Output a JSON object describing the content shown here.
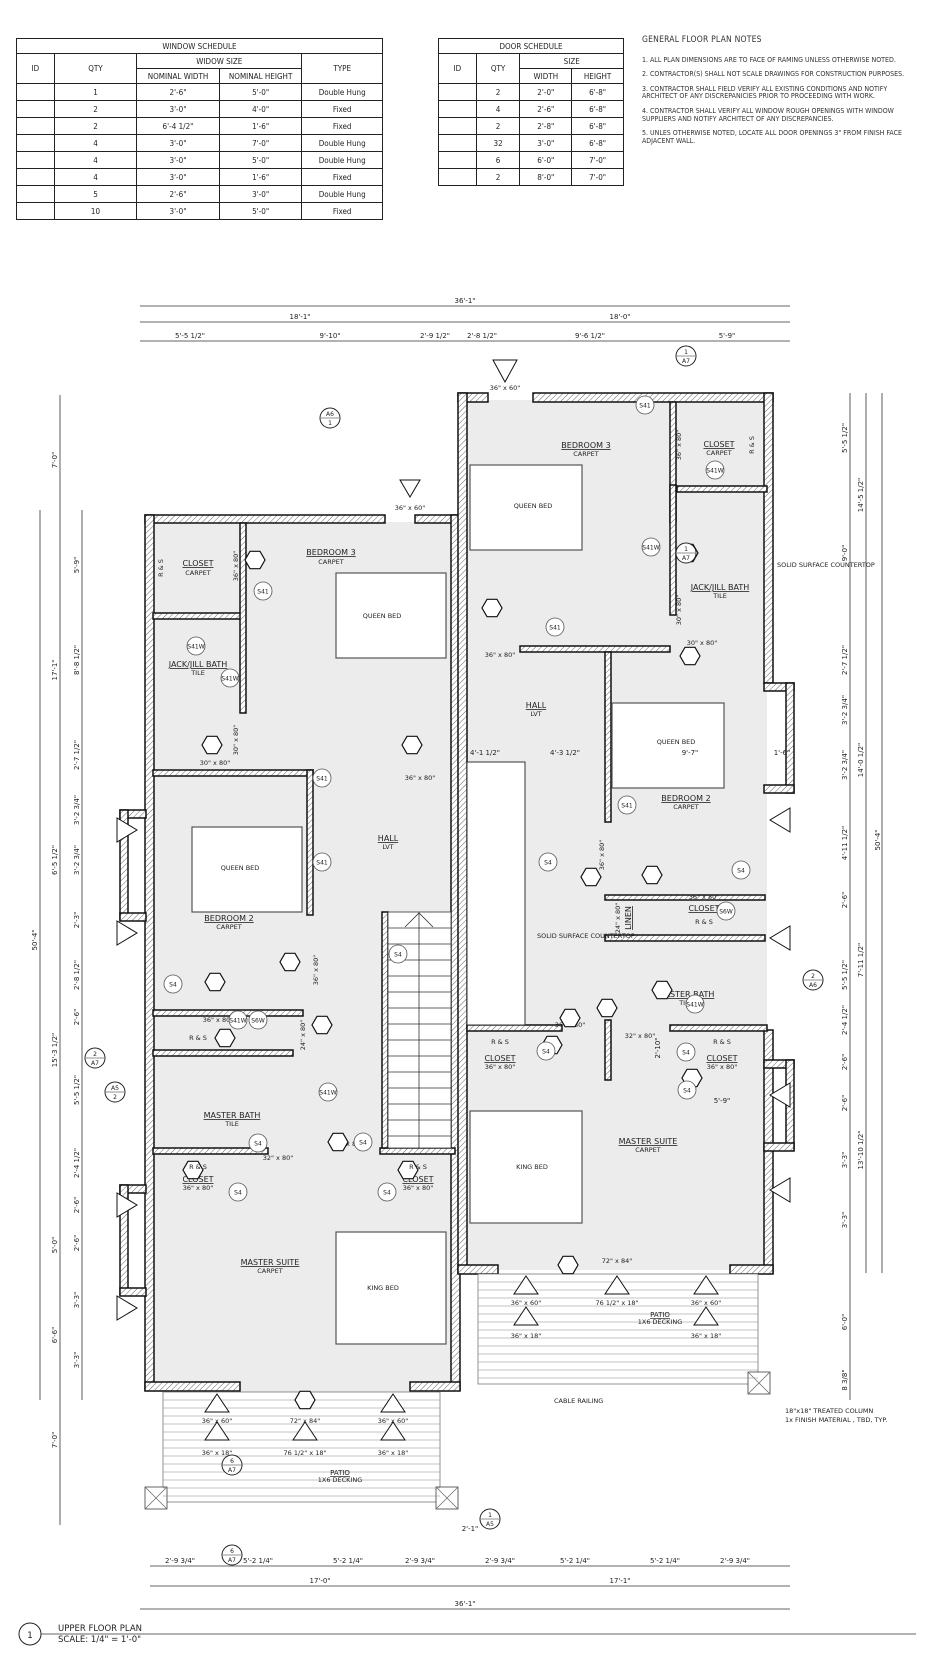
{
  "window_schedule": {
    "title": "WINDOW SCHEDULE",
    "headers": {
      "id": "ID",
      "qty": "QTY",
      "size_group": "WIDOW SIZE",
      "width": "NOMINAL WIDTH",
      "height": "NOMINAL HEIGHT",
      "type": "TYPE"
    },
    "rows": [
      {
        "id": "",
        "qty": "1",
        "width": "2'-6\"",
        "height": "5'-0\"",
        "type": "Double Hung"
      },
      {
        "id": "",
        "qty": "2",
        "width": "3'-0\"",
        "height": "4'-0\"",
        "type": "Fixed"
      },
      {
        "id": "",
        "qty": "2",
        "width": "6'-4 1/2\"",
        "height": "1'-6\"",
        "type": "Fixed"
      },
      {
        "id": "",
        "qty": "4",
        "width": "3'-0\"",
        "height": "7'-0\"",
        "type": "Double Hung"
      },
      {
        "id": "",
        "qty": "4",
        "width": "3'-0\"",
        "height": "5'-0\"",
        "type": "Double Hung"
      },
      {
        "id": "",
        "qty": "4",
        "width": "3'-0\"",
        "height": "1'-6\"",
        "type": "Fixed"
      },
      {
        "id": "",
        "qty": "5",
        "width": "2'-6\"",
        "height": "3'-0\"",
        "type": "Double Hung"
      },
      {
        "id": "",
        "qty": "10",
        "width": "3'-0\"",
        "height": "5'-0\"",
        "type": "Fixed"
      }
    ]
  },
  "door_schedule": {
    "title": "DOOR SCHEDULE",
    "headers": {
      "id": "ID",
      "qty": "QTY",
      "size_group": "SIZE",
      "width": "WIDTH",
      "height": "HEIGHT"
    },
    "rows": [
      {
        "id": "",
        "qty": "2",
        "width": "2'-0\"",
        "height": "6'-8\""
      },
      {
        "id": "",
        "qty": "4",
        "width": "2'-6\"",
        "height": "6'-8\""
      },
      {
        "id": "",
        "qty": "2",
        "width": "2'-8\"",
        "height": "6'-8\""
      },
      {
        "id": "",
        "qty": "32",
        "width": "3'-0\"",
        "height": "6'-8\""
      },
      {
        "id": "",
        "qty": "6",
        "width": "6'-0\"",
        "height": "7'-0\""
      },
      {
        "id": "",
        "qty": "2",
        "width": "8'-0\"",
        "height": "7'-0\""
      }
    ]
  },
  "notes": {
    "title": "GENERAL FLOOR PLAN NOTES",
    "items": [
      "1. ALL PLAN DIMENSIONS ARE TO FACE OF RAMING UNLESS OTHERWISE NOTED.",
      "2. CONTRACTOR(S) SHALL NOT SCALE DRAWINGS FOR CONSTRUCTION PURPOSES.",
      "3. CONTRACTOR SHALL FIELD VERIFY ALL EXISTING CONDITIONS AND NOTIFY ARCHITECT OF ANY DISCREPANICIES PRIOR TO PROCEEDING WITH WORK.",
      "4. CONTRACTOR SHALL VERIFY ALL WINDOW ROUGH OPENINGS WITH WINDOW SUPPLIERS AND NOTIFY ARCHITECT OF ANY DISCREPANCIES.",
      "5. UNLES OTHERWISE NOTED, LOCATE ALL DOOR OPENINGS 3\" FROM FINISH FACE ADJACENT WALL."
    ]
  },
  "plan": {
    "dims_top": {
      "overall": "36'-1\"",
      "left_half": "18'-1\"",
      "right_half": "18'-0\"",
      "segments": [
        "5'-5 1/2\"",
        "9'-10\"",
        "2'-9 1/2\"",
        "2'-8 1/2\"",
        "9'-6 1/2\"",
        "5'-9\""
      ]
    },
    "dims_bottom": {
      "overall": "36'-1\"",
      "left_half": "17'-0\"",
      "right_half": "17'-1\"",
      "segments_left": [
        "2'-9 3/4\"",
        "5'-2 1/4\"",
        "5'-2 1/4\"",
        "2'-9 3/4\""
      ],
      "gap": "2'-1\"",
      "segments_right": [
        "2'-9 3/4\"",
        "5'-2 1/4\"",
        "5'-2 1/4\"",
        "2'-9 3/4\""
      ]
    },
    "dims_left": {
      "overall": "50'-4\"",
      "mid": [
        "7'-0\"",
        "17'-1\"",
        "15'-3 1/2\"",
        "5'-0\"",
        "6'-6\""
      ],
      "inner": [
        "5'-9\"",
        "8'-8 1/2\"",
        "2'-7 1/2\"",
        "3'-2 3/4\"",
        "3'-2 3/4\"",
        "2'-3\"",
        "2'-8 1/2\"",
        "2'-6\"",
        "5'-5 1/2\"",
        "2'-4 1/2\"",
        "2'-6\"",
        "2'-6\"",
        "3'-3\"",
        "3'-3\"",
        "7'-0\""
      ],
      "stub": "6'-5 1/2\""
    },
    "dims_right": {
      "overall": "50'-4\"",
      "mid": [
        "14'-5 1/2\"",
        "14'-0 1/2\"",
        "7'-11 1/2\"",
        "13'-10 1/2\""
      ],
      "inner": [
        "5'-5 1/2\"",
        "9'-0\"",
        "2'-7 1/2\"",
        "3'-2 3/4\"",
        "3'-2 3/4\"",
        "4'-11 1/2\"",
        "2'-6\"",
        "5'-5 1/2\"",
        "2'-4 1/2\"",
        "2'-6\"",
        "2'-6\"",
        "3'-3\"",
        "3'-3\"",
        "6'-0\"",
        "8 3/8\""
      ]
    },
    "rooms_left": [
      {
        "name": "CLOSET",
        "finish": "CARPET"
      },
      {
        "name": "BEDROOM 3",
        "finish": "CARPET"
      },
      {
        "name": "JACK/JILL BATH",
        "finish": "TILE"
      },
      {
        "name": "HALL",
        "finish": "LVT"
      },
      {
        "name": "BEDROOM 2",
        "finish": "CARPET"
      },
      {
        "name": "MASTER BATH",
        "finish": "TILE"
      },
      {
        "name": "CLOSET",
        "finish": ""
      },
      {
        "name": "CLOSET",
        "finish": ""
      },
      {
        "name": "MASTER SUITE",
        "finish": "CARPET"
      },
      {
        "name": "PATIO",
        "finish": "1X6 DECKING"
      }
    ],
    "rooms_right": [
      {
        "name": "BEDROOM 3",
        "finish": "CARPET"
      },
      {
        "name": "CLOSET",
        "finish": "CARPET"
      },
      {
        "name": "JACK/JILL BATH",
        "finish": "TILE"
      },
      {
        "name": "HALL",
        "finish": "LVT"
      },
      {
        "name": "BEDROOM 2",
        "finish": "CARPET"
      },
      {
        "name": "LINEN",
        "finish": ""
      },
      {
        "name": "CLOSET",
        "finish": ""
      },
      {
        "name": "MASTER BATH",
        "finish": "TILE"
      },
      {
        "name": "CLOSET",
        "finish": ""
      },
      {
        "name": "CLOSET",
        "finish": ""
      },
      {
        "name": "MASTER SUITE",
        "finish": "CARPET"
      },
      {
        "name": "PATIO",
        "finish": "1X6 DECKING"
      }
    ],
    "furniture": {
      "queen": "QUEEN BED",
      "king": "KING BED"
    },
    "labels": {
      "rs": "R & S",
      "door_36": "36\" x 80\"",
      "door_30": "30\" x 80\"",
      "door_32": "32\" x 80\"",
      "door_24": "24\" x 80\"",
      "win_36x60": "36\" x 60\"",
      "win_72x84": "72\" x 84\"",
      "win_36x18": "36\" x 18\"",
      "win_76x18": "76 1/2\" x 18\"",
      "s41": "S41",
      "s41w": "S41W",
      "s4": "S4",
      "s6w": "S6W",
      "counter": "SOLID SURFACE COUNTERTOP",
      "cable": "CABLE RAILING",
      "column_1": "18\"x18\" TREATED COLUMN",
      "column_2": "1x FINISH MATERIAL , TBD, TYP.",
      "hall_dim_1": "4'-1 1/2\"",
      "hall_dim_2": "4'-3 1/2\"",
      "bed2_dim": "9'-7\"",
      "bay_dim": "1'-6\"",
      "closet_dim": "5'-9\"",
      "mb_dim": "2'-10\"",
      "gap_dim": "2'-1\""
    },
    "section_markers": [
      {
        "num": "A6",
        "sheet": "1"
      },
      {
        "num": "1",
        "sheet": "A7"
      },
      {
        "num": "1",
        "sheet": "A7"
      },
      {
        "num": "2",
        "sheet": "A7"
      },
      {
        "num": "A5",
        "sheet": "2"
      },
      {
        "num": "2",
        "sheet": "A6"
      },
      {
        "num": "6",
        "sheet": "A7"
      },
      {
        "num": "6",
        "sheet": "A7"
      },
      {
        "num": "1",
        "sheet": "A5"
      }
    ]
  },
  "title_block": {
    "number": "1",
    "title": "UPPER FLOOR PLAN",
    "scale": "SCALE: 1/4\"  =  1'-0\""
  }
}
